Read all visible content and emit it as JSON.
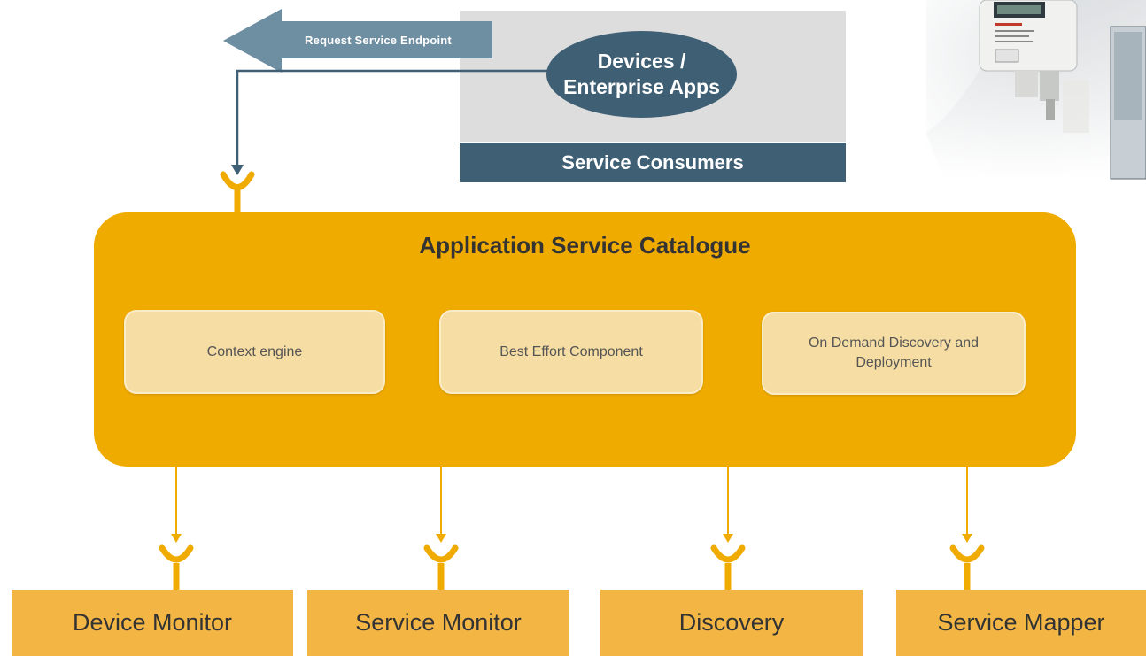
{
  "request_endpoint": {
    "label": "Request Service  Endpoint"
  },
  "service_consumers": {
    "ellipse_line1": "Devices /",
    "ellipse_line2": "Enterprise Apps",
    "bar_label": "Service Consumers"
  },
  "catalogue": {
    "title": "Application Service Catalogue",
    "components": [
      {
        "label": "Context engine"
      },
      {
        "label": "Best Effort Component"
      },
      {
        "label": "On Demand Discovery and Deployment"
      }
    ]
  },
  "bottom_boxes": [
    {
      "label": "Device Monitor"
    },
    {
      "label": "Service Monitor"
    },
    {
      "label": "Discovery"
    },
    {
      "label": "Service Mapper"
    }
  ],
  "colors": {
    "catalogue_fill": "#f0ab00",
    "component_fill": "#f6dda3",
    "consumer_blue": "#3f5f74",
    "arrow_blue": "#6e8ea2",
    "bottom_box_fill": "#f3b644"
  }
}
